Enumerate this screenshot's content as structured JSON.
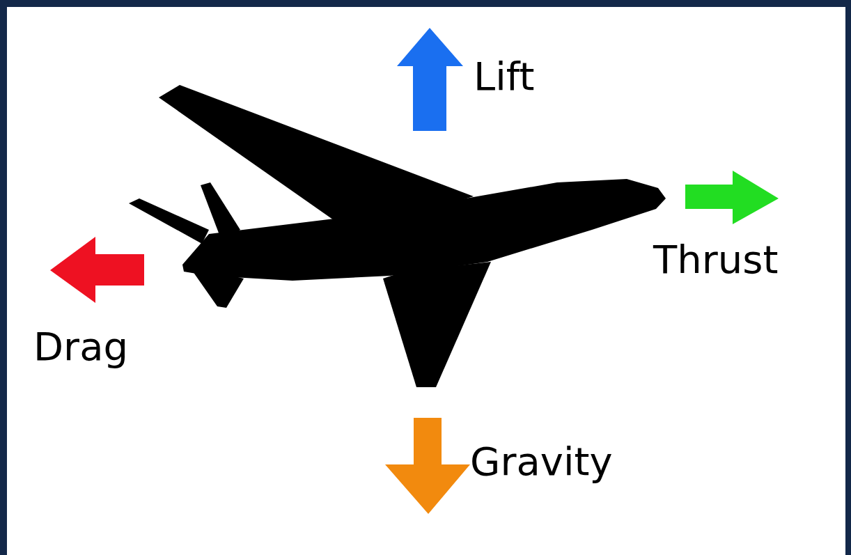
{
  "diagram": {
    "labels": [
      "Lift",
      "Thrust",
      "Drag",
      "Gravity"
    ]
  }
}
